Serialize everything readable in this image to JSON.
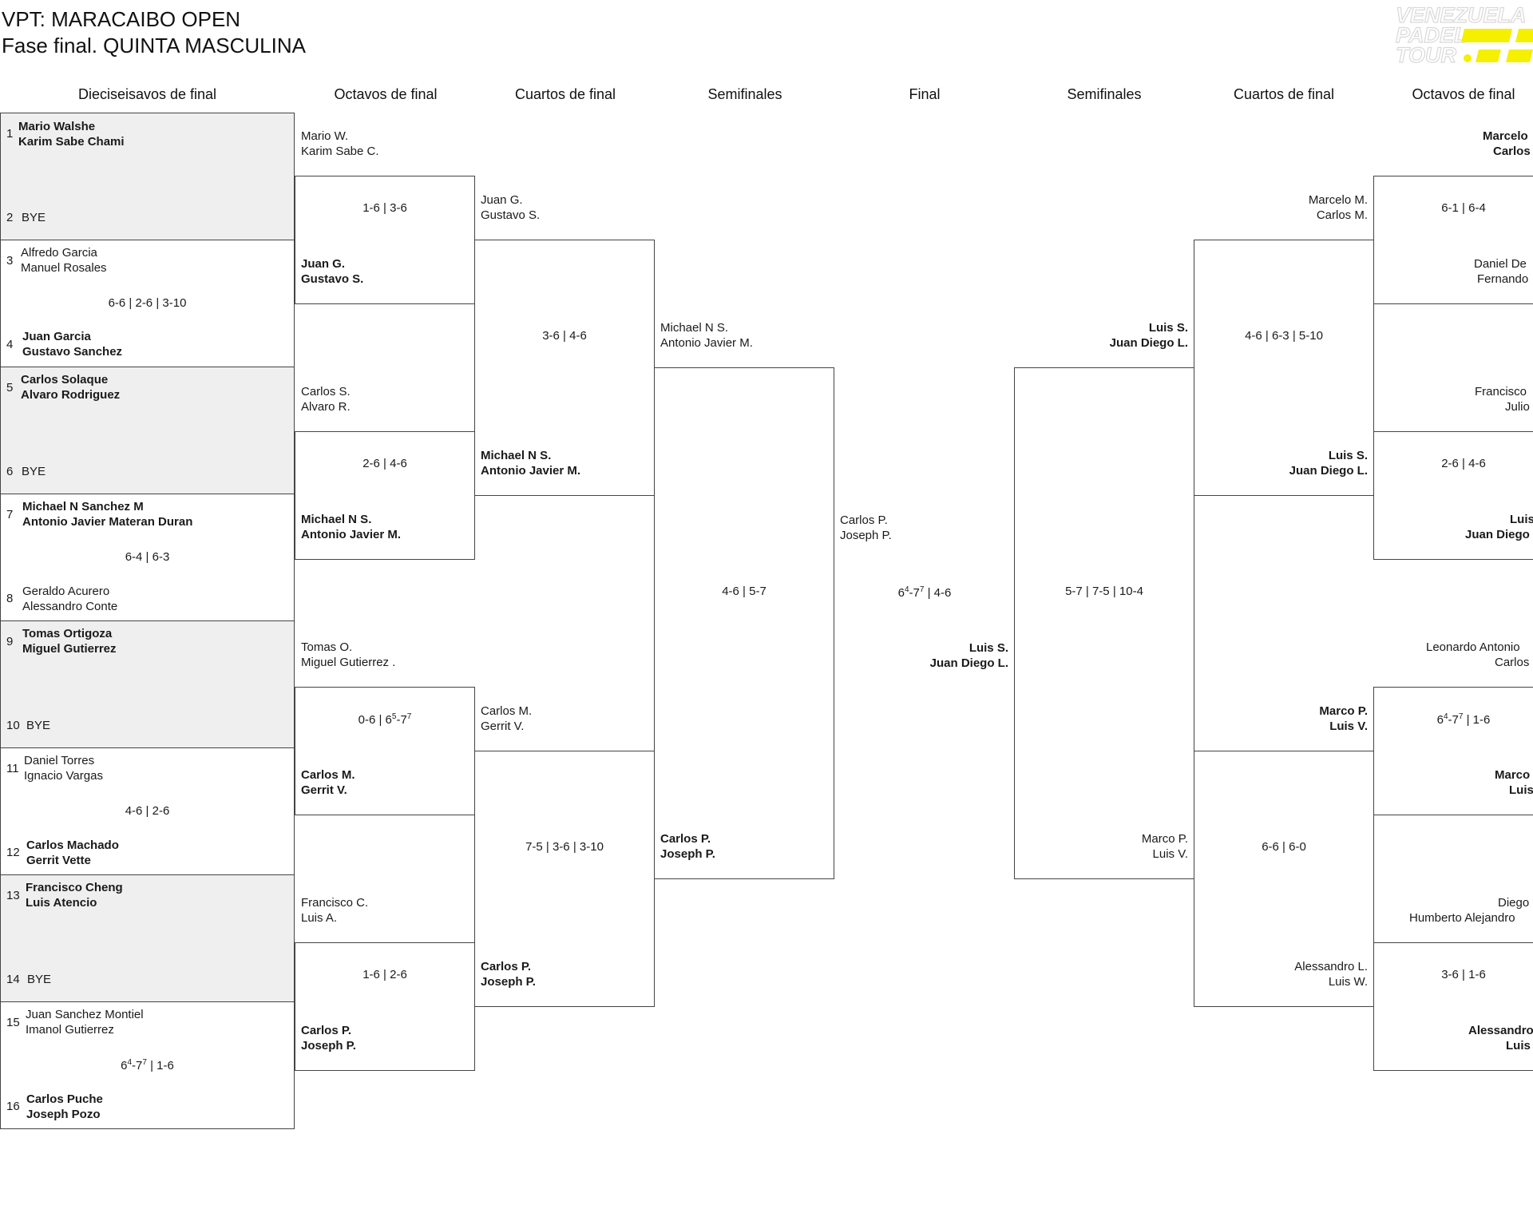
{
  "header": {
    "title": "VPT: MARACAIBO OPEN",
    "subtitle": "Fase final. QUINTA MASCULINA",
    "logo_text": "VENEZUELA PADEL TOUR"
  },
  "columns": {
    "r32": "Dieciseisavos de final",
    "r16": "Octavos de final",
    "qf": "Cuartos de final",
    "sf": "Semifinales",
    "final": "Final",
    "sf_r": "Semifinales",
    "qf_r": "Cuartos de final",
    "r16_r": "Octavos de final"
  },
  "r32": [
    {
      "top_num": "1",
      "top1": "Mario Walshe",
      "top2": "Karim Sabe Chami",
      "bot_num": "2",
      "bot1": "BYE",
      "bot2": "",
      "score": ""
    },
    {
      "top_num": "3",
      "top1": "Alfredo Garcia",
      "top2": "Manuel Rosales",
      "bot_num": "4",
      "bot1": "Juan Garcia",
      "bot2": "Gustavo Sanchez",
      "score": "6-6 | 2-6 | 3-10"
    },
    {
      "top_num": "5",
      "top1": "Carlos Solaque",
      "top2": "Alvaro Rodriguez",
      "bot_num": "6",
      "bot1": "BYE",
      "bot2": "",
      "score": ""
    },
    {
      "top_num": "7",
      "top1": "Michael N Sanchez M",
      "top2": "Antonio Javier Materan Duran",
      "bot_num": "8",
      "bot1": "Geraldo Acurero",
      "bot2": "Alessandro Conte",
      "score": "6-4 | 6-3"
    },
    {
      "top_num": "9",
      "top1": "Tomas Ortigoza",
      "top2": "Miguel Gutierrez",
      "bot_num": "10",
      "bot1": "BYE",
      "bot2": "",
      "score": ""
    },
    {
      "top_num": "11",
      "top1": "Daniel Torres",
      "top2": "Ignacio Vargas",
      "bot_num": "12",
      "bot1": "Carlos Machado",
      "bot2": "Gerrit Vette",
      "score": "4-6 | 2-6"
    },
    {
      "top_num": "13",
      "top1": "Francisco Cheng",
      "top2": "Luis Atencio",
      "bot_num": "14",
      "bot1": "BYE",
      "bot2": "",
      "score": ""
    },
    {
      "top_num": "15",
      "top1": "Juan Sanchez Montiel",
      "top2": "Imanol Gutierrez",
      "bot_num": "16",
      "bot1": "Carlos Puche",
      "bot2": "Joseph Pozo",
      "score": "6",
      "score_sup1": "4",
      "score_mid": "-7",
      "score_sup2": "7",
      "score_end": " | 1-6"
    }
  ],
  "r16_left": [
    {
      "top1": "Mario W.",
      "top2": "Karim Sabe C.",
      "bot1": "Juan G.",
      "bot2": "Gustavo S.",
      "score": "1-6 | 3-6"
    },
    {
      "top1": "Carlos S.",
      "top2": "Alvaro R.",
      "bot1": "Michael N S.",
      "bot2": "Antonio Javier M.",
      "score": "2-6 | 4-6"
    },
    {
      "top1": "Tomas O.",
      "top2": "Miguel Gutierrez .",
      "bot1": "Carlos M.",
      "bot2": "Gerrit V.",
      "score": "0-6 | 6",
      "score_sup1": "5",
      "score_mid": "-7",
      "score_sup2": "7"
    },
    {
      "top1": "Francisco C.",
      "top2": "Luis A.",
      "bot1": "Carlos P.",
      "bot2": "Joseph P.",
      "score": "1-6 | 2-6"
    }
  ],
  "qf_left": [
    {
      "top1": "Juan G.",
      "top2": "Gustavo S.",
      "bot1": "Michael N S.",
      "bot2": "Antonio Javier M.",
      "score": "3-6 | 4-6"
    },
    {
      "top1": "Carlos M.",
      "top2": "Gerrit V.",
      "bot1": "Carlos P.",
      "bot2": "Joseph P.",
      "score": "7-5 | 3-6 | 3-10"
    }
  ],
  "sf_left": {
    "top1": "Michael N S.",
    "top2": "Antonio Javier M.",
    "bot1": "Carlos P.",
    "bot2": "Joseph P.",
    "score": "4-6 | 5-7"
  },
  "final": {
    "top1": "Carlos P.",
    "top2": "Joseph P.",
    "bot1": "Luis S.",
    "bot2": "Juan Diego L.",
    "score": "6",
    "score_sup1": "4",
    "score_mid": "-7",
    "score_sup2": "7",
    "score_end": " | 4-6"
  },
  "sf_right": {
    "top1": "Luis S.",
    "top2": "Juan Diego L.",
    "bot1": "Marco P.",
    "bot2": "Luis V.",
    "score": "5-7 | 7-5 | 10-4"
  },
  "qf_right": [
    {
      "top1": "Marcelo M.",
      "top2": "Carlos M.",
      "bot1": "Luis S.",
      "bot2": "Juan Diego L.",
      "score": "4-6 | 6-3 | 5-10"
    },
    {
      "top1": "Marco P.",
      "top2": "Luis V.",
      "bot1": "Alessandro L.",
      "bot2": "Luis W.",
      "score": "6-6 | 6-0"
    }
  ],
  "r16_right": [
    {
      "top1": "Marcelo",
      "top2": "Carlos",
      "bot1": "Daniel De",
      "bot2": "Fernando",
      "score": "6-1 | 6-4"
    },
    {
      "top1": "Francisco",
      "top2": "Julio",
      "bot1": "Luis",
      "bot2": "Juan Diego",
      "score": "2-6 | 4-6"
    },
    {
      "top1": "Leonardo Antonio",
      "top2": "Carlos",
      "bot1": "Marco",
      "bot2": "Luis",
      "score": "6",
      "score_sup1": "4",
      "score_mid": "-7",
      "score_sup2": "7",
      "score_end": " | 1-6"
    },
    {
      "top1": "Diego",
      "top2": "Humberto Alejandro",
      "bot1": "Alessandro",
      "bot2": "Luis",
      "score": "3-6 | 1-6"
    }
  ],
  "colors": {
    "logo_yellow": "#f5ef00",
    "logo_gray": "#d9d9d9",
    "border": "#444444",
    "seed_gray": "#efefef"
  }
}
